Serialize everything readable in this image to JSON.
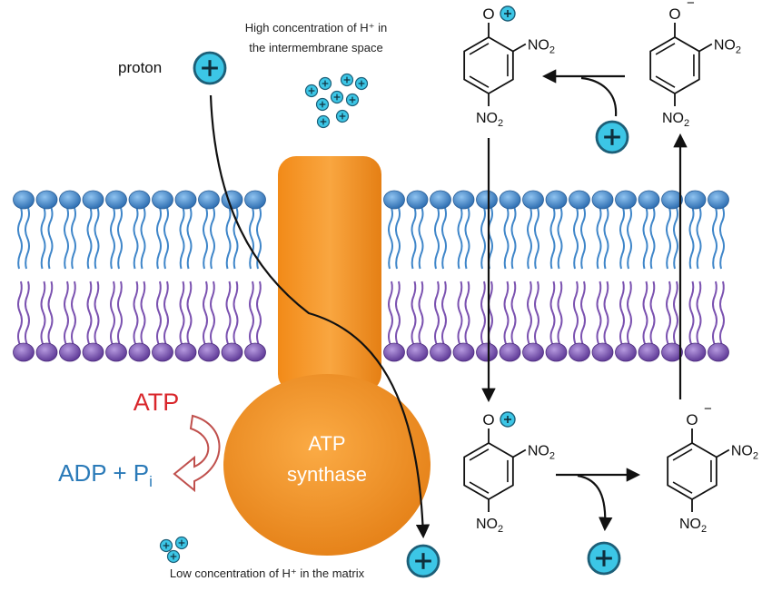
{
  "labels": {
    "proton": "proton",
    "high_conc_line1": "High concentration of H⁺ in",
    "high_conc_line2": "the intermembrane space",
    "low_conc": "Low concentration of H⁺ in the matrix",
    "atp": "ATP",
    "adp": "ADP + P",
    "adp_sub": "i",
    "synthase_line1": "ATP",
    "synthase_line2": "synthase"
  },
  "chem": {
    "o": "O",
    "o_minus": "O",
    "minus": "−",
    "no2": "NO",
    "sub2": "2"
  },
  "colors": {
    "proton_fill": "#3cc6e6",
    "proton_stroke": "#1d5f78",
    "synthase": "#f7941d",
    "synthase_dark": "#e07d10",
    "lipid_top": "#3f86c9",
    "lipid_bottom": "#7b52b0",
    "atp_red": "#d9262b",
    "adp_blue": "#2a7ab8",
    "arrow_outline": "#c0504d"
  },
  "icons": {
    "proton": "plus-circle-icon"
  }
}
